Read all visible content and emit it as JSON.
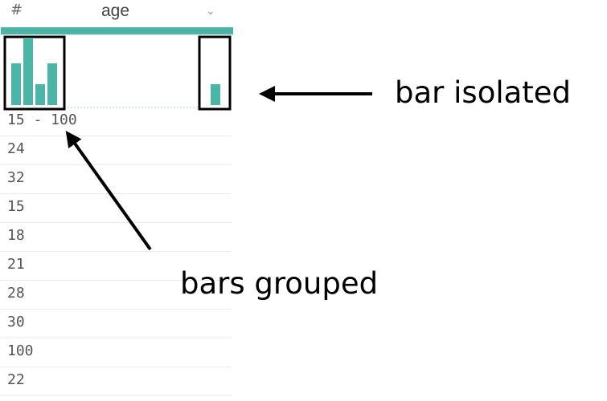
{
  "column": {
    "type_icon": "#",
    "name": "age",
    "dropdown_icon": "chevron-down-icon",
    "accent_color": "#4cb5a8",
    "range_label": "15 - 100",
    "values": [
      "24",
      "32",
      "15",
      "18",
      "21",
      "28",
      "30",
      "100",
      "22"
    ]
  },
  "histogram": {
    "bar_color": "#4cb5a8",
    "grouped_bar_levels": [
      0.62,
      1.0,
      0.31,
      0.62
    ],
    "isolated_bar_level": 0.31
  },
  "annotations": {
    "isolated_label": "bar isolated",
    "grouped_label": "bars grouped"
  }
}
